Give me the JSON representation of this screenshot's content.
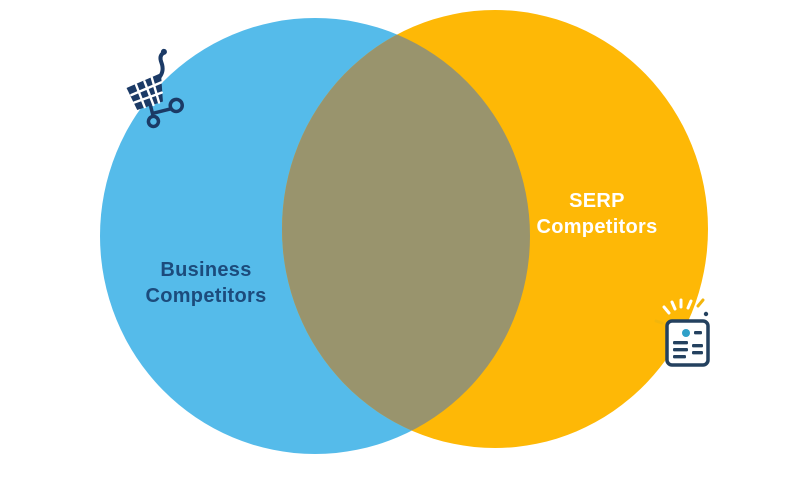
{
  "diagram": {
    "type": "venn",
    "background_color": "#FFFFFF",
    "left_set": {
      "name": "business-competitors",
      "label_lines": [
        "Business",
        "Competitors"
      ],
      "fill": "#55BBEA",
      "label_color": "#1C4B7C",
      "icon": "shopping-cart-icon"
    },
    "right_set": {
      "name": "serp-competitors",
      "label_lines": [
        "SERP",
        "Competitors"
      ],
      "fill": "#FEB806",
      "label_color": "#FFFFFF",
      "icon": "serp-document-icon"
    },
    "overlap": {
      "fill": "#99946D"
    },
    "icons": {
      "cart_color": "#1B3A66",
      "document_outline_color": "#24415F",
      "document_dot_color": "#2FA0C8",
      "ray_white": "#FFFFFF",
      "ray_yellow": "#F2B50C"
    }
  }
}
